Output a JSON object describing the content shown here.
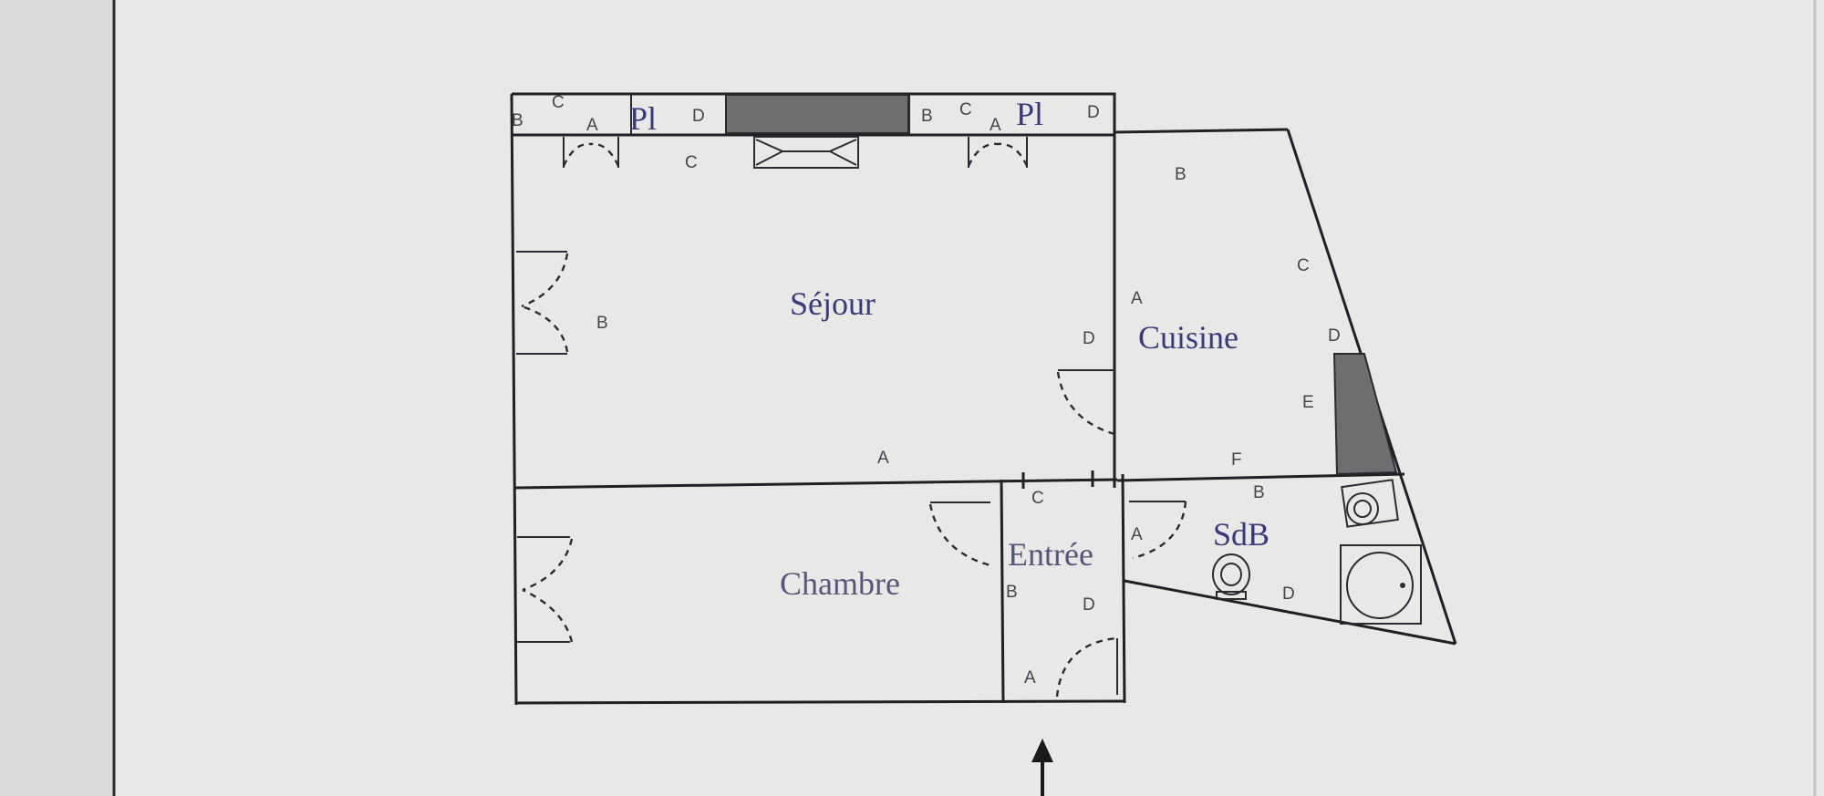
{
  "plan": {
    "rooms": {
      "sejour": "Séjour",
      "cuisine": "Cuisine",
      "chambre": "Chambre",
      "entree": "Entrée",
      "sdb": "SdB",
      "placard_left": "Pl",
      "placard_right": "Pl"
    },
    "markers": {
      "pl_left_b": "B",
      "pl_left_c": "C",
      "pl_left_a": "A",
      "pl_left_d": "D",
      "pl_right_b": "B",
      "pl_right_c": "C",
      "pl_right_a": "A",
      "pl_right_d": "D",
      "sejour_c": "C",
      "sejour_b": "B",
      "sejour_d": "D",
      "sejour_a": "A",
      "cuisine_b": "B",
      "cuisine_c": "C",
      "cuisine_a": "A",
      "cuisine_d": "D",
      "cuisine_e": "E",
      "cuisine_f": "F",
      "entree_c": "C",
      "entree_b": "B",
      "entree_d": "D",
      "entree_a": "A",
      "sdb_b": "B",
      "sdb_a": "A",
      "sdb_d": "D"
    }
  }
}
